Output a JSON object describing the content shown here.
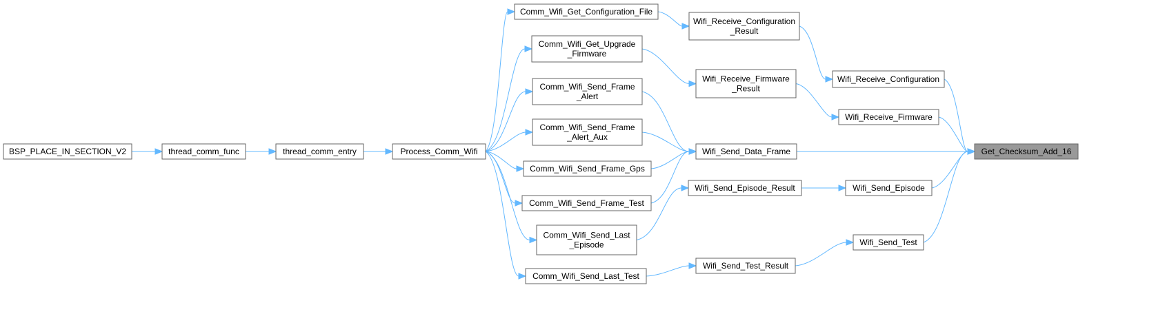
{
  "graph": {
    "root": "get_checksum",
    "colors": {
      "edge": "#63b8ff",
      "node_border": "#666666",
      "root_fill": "#999999",
      "node_fill": "#ffffff"
    },
    "nodes": [
      {
        "id": "bsp",
        "lines": [
          "BSP_PLACE_IN_SECTION_V2"
        ]
      },
      {
        "id": "thread_comm_func",
        "lines": [
          "thread_comm_func"
        ]
      },
      {
        "id": "thread_comm_entry",
        "lines": [
          "thread_comm_entry"
        ]
      },
      {
        "id": "process_comm_wifi",
        "lines": [
          "Process_Comm_Wifi"
        ]
      },
      {
        "id": "get_config_file",
        "lines": [
          "Comm_Wifi_Get_Configuration_File"
        ]
      },
      {
        "id": "get_upgrade_fw",
        "lines": [
          "Comm_Wifi_Get_Upgrade",
          "_Firmware"
        ]
      },
      {
        "id": "send_frame_alert",
        "lines": [
          "Comm_Wifi_Send_Frame",
          "_Alert"
        ]
      },
      {
        "id": "send_frame_alert_aux",
        "lines": [
          "Comm_Wifi_Send_Frame",
          "_Alert_Aux"
        ]
      },
      {
        "id": "send_frame_gps",
        "lines": [
          "Comm_Wifi_Send_Frame_Gps"
        ]
      },
      {
        "id": "send_frame_test",
        "lines": [
          "Comm_Wifi_Send_Frame_Test"
        ]
      },
      {
        "id": "send_last_episode",
        "lines": [
          "Comm_Wifi_Send_Last",
          "_Episode"
        ]
      },
      {
        "id": "send_last_test",
        "lines": [
          "Comm_Wifi_Send_Last_Test"
        ]
      },
      {
        "id": "recv_config_result",
        "lines": [
          "Wifi_Receive_Configuration",
          "_Result"
        ]
      },
      {
        "id": "recv_fw_result",
        "lines": [
          "Wifi_Receive_Firmware",
          "_Result"
        ]
      },
      {
        "id": "send_data_frame",
        "lines": [
          "Wifi_Send_Data_Frame"
        ]
      },
      {
        "id": "send_episode_result",
        "lines": [
          "Wifi_Send_Episode_Result"
        ]
      },
      {
        "id": "send_test_result",
        "lines": [
          "Wifi_Send_Test_Result"
        ]
      },
      {
        "id": "recv_config",
        "lines": [
          "Wifi_Receive_Configuration"
        ]
      },
      {
        "id": "recv_fw",
        "lines": [
          "Wifi_Receive_Firmware"
        ]
      },
      {
        "id": "send_episode",
        "lines": [
          "Wifi_Send_Episode"
        ]
      },
      {
        "id": "send_test",
        "lines": [
          "Wifi_Send_Test"
        ]
      },
      {
        "id": "get_checksum",
        "lines": [
          "Get_Checksum_Add_16"
        ]
      }
    ],
    "edges": [
      {
        "from": "bsp",
        "to": "thread_comm_func"
      },
      {
        "from": "thread_comm_func",
        "to": "thread_comm_entry"
      },
      {
        "from": "thread_comm_entry",
        "to": "process_comm_wifi"
      },
      {
        "from": "process_comm_wifi",
        "to": "get_config_file"
      },
      {
        "from": "process_comm_wifi",
        "to": "get_upgrade_fw"
      },
      {
        "from": "process_comm_wifi",
        "to": "send_frame_alert"
      },
      {
        "from": "process_comm_wifi",
        "to": "send_frame_alert_aux"
      },
      {
        "from": "process_comm_wifi",
        "to": "send_frame_gps"
      },
      {
        "from": "process_comm_wifi",
        "to": "send_frame_test"
      },
      {
        "from": "process_comm_wifi",
        "to": "send_last_episode"
      },
      {
        "from": "process_comm_wifi",
        "to": "send_last_test"
      },
      {
        "from": "get_config_file",
        "to": "recv_config_result"
      },
      {
        "from": "get_upgrade_fw",
        "to": "recv_fw_result"
      },
      {
        "from": "send_frame_alert",
        "to": "send_data_frame"
      },
      {
        "from": "send_frame_alert_aux",
        "to": "send_data_frame"
      },
      {
        "from": "send_frame_gps",
        "to": "send_data_frame"
      },
      {
        "from": "send_frame_test",
        "to": "send_data_frame"
      },
      {
        "from": "send_last_episode",
        "to": "send_episode_result"
      },
      {
        "from": "send_last_test",
        "to": "send_test_result"
      },
      {
        "from": "recv_config_result",
        "to": "recv_config"
      },
      {
        "from": "recv_fw_result",
        "to": "recv_fw"
      },
      {
        "from": "send_episode_result",
        "to": "send_episode"
      },
      {
        "from": "send_test_result",
        "to": "send_test"
      },
      {
        "from": "recv_config",
        "to": "get_checksum"
      },
      {
        "from": "recv_fw",
        "to": "get_checksum"
      },
      {
        "from": "send_data_frame",
        "to": "get_checksum"
      },
      {
        "from": "send_episode",
        "to": "get_checksum"
      },
      {
        "from": "send_test",
        "to": "get_checksum"
      }
    ]
  }
}
